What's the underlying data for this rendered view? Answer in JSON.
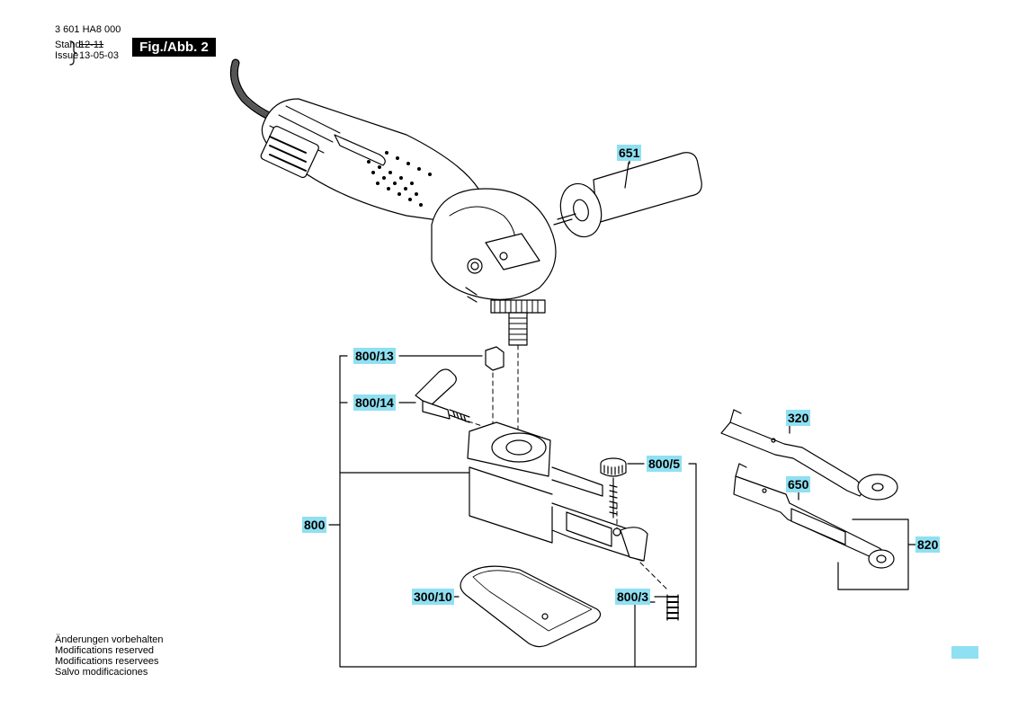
{
  "header": {
    "doc_number": "3 601 HA8 000",
    "stand_label": "Stand",
    "issue_label": "Issue",
    "date_old": "12-11",
    "date_new": "13-05-03",
    "fig_label": "Fig./Abb. 2"
  },
  "parts": [
    {
      "id": "p651",
      "label": "651"
    },
    {
      "id": "p800_13",
      "label": "800/13"
    },
    {
      "id": "p800_14",
      "label": "800/14"
    },
    {
      "id": "p800",
      "label": "800"
    },
    {
      "id": "p800_5",
      "label": "800/5"
    },
    {
      "id": "p300_10",
      "label": "300/10"
    },
    {
      "id": "p800_3",
      "label": "800/3"
    },
    {
      "id": "p320",
      "label": "320"
    },
    {
      "id": "p650",
      "label": "650"
    },
    {
      "id": "p820",
      "label": "820"
    }
  ],
  "notes": [
    "Änderungen vorbehalten",
    "Modifications reserved",
    "Modifications reservees",
    "Salvo modificaciones"
  ],
  "colors": {
    "callout_bg": "#8fe0f2",
    "line": "#000000"
  }
}
